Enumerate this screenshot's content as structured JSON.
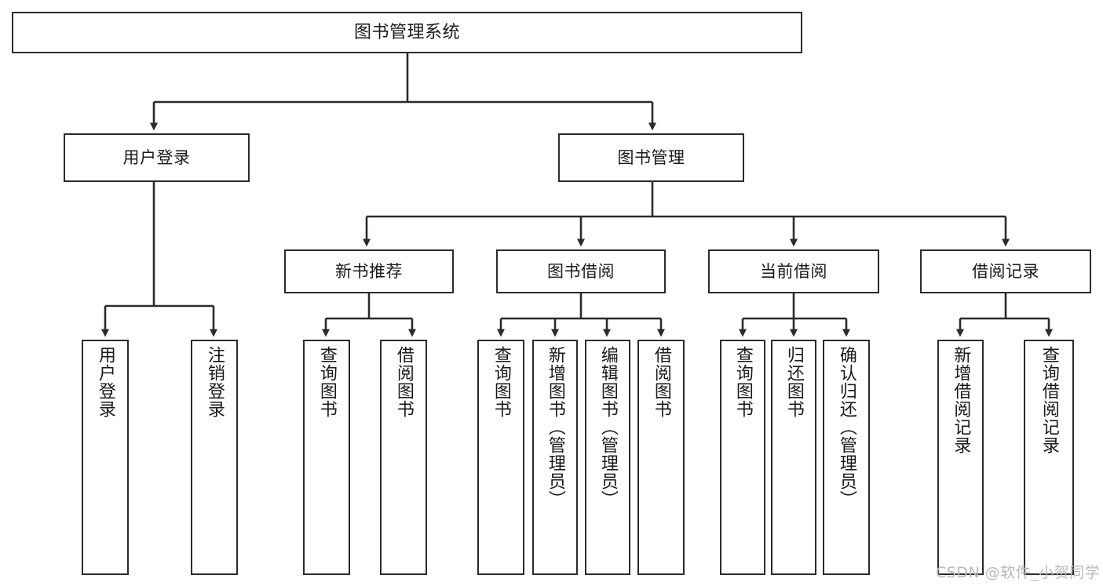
{
  "diagram": {
    "type": "tree-hierarchy",
    "title": "图书管理系统",
    "orientation": "top-down",
    "colors": {
      "box_border": "#2b2b2b",
      "box_fill": "#ffffff",
      "connector": "#2b2b2b",
      "text": "#1a1a1a",
      "watermark": "#b9b9b9",
      "background": "#ffffff"
    },
    "levels": {
      "level1": [
        "图书管理系统"
      ],
      "level2": [
        "用户登录",
        "图书管理"
      ],
      "level3": [
        "新书推荐",
        "图书借阅",
        "当前借阅",
        "借阅记录"
      ],
      "level4": [
        "用户登录",
        "注销登录",
        "查询图书",
        "借阅图书",
        "查询图书",
        "新增图书（管理员）",
        "编辑图书（管理员）",
        "借阅图书",
        "查询图书",
        "归还图书",
        "确认归还（管理员）",
        "新增借阅记录",
        "查询借阅记录"
      ]
    },
    "nodes": {
      "root": {
        "label": "图书管理系统"
      },
      "user_login": {
        "label": "用户登录"
      },
      "book_manage": {
        "label": "图书管理"
      },
      "new_book_rec": {
        "label": "新书推荐"
      },
      "book_borrow": {
        "label": "图书借阅"
      },
      "current_borrow": {
        "label": "当前借阅"
      },
      "borrow_record": {
        "label": "借阅记录"
      },
      "leaf_user_login": {
        "label": "用户登录"
      },
      "leaf_logout": {
        "label": "注销登录"
      },
      "leaf_query_book_1": {
        "label": "查询图书"
      },
      "leaf_borrow_book_1": {
        "label": "借阅图书"
      },
      "leaf_query_book_2": {
        "label": "查询图书"
      },
      "leaf_add_book_admin": {
        "label": "新增图书（管理员）"
      },
      "leaf_edit_book_admin": {
        "label": "编辑图书（管理员）"
      },
      "leaf_borrow_book_2": {
        "label": "借阅图书"
      },
      "leaf_query_book_3": {
        "label": "查询图书"
      },
      "leaf_return_book": {
        "label": "归还图书"
      },
      "leaf_confirm_return_admin": {
        "label": "确认归还（管理员）"
      },
      "leaf_add_record": {
        "label": "新增借阅记录"
      },
      "leaf_query_record": {
        "label": "查询借阅记录"
      }
    },
    "edges": [
      {
        "from": "root",
        "to": "user_login"
      },
      {
        "from": "root",
        "to": "book_manage"
      },
      {
        "from": "user_login",
        "to": "leaf_user_login"
      },
      {
        "from": "user_login",
        "to": "leaf_logout"
      },
      {
        "from": "book_manage",
        "to": "new_book_rec"
      },
      {
        "from": "book_manage",
        "to": "book_borrow"
      },
      {
        "from": "book_manage",
        "to": "current_borrow"
      },
      {
        "from": "book_manage",
        "to": "borrow_record"
      },
      {
        "from": "new_book_rec",
        "to": "leaf_query_book_1"
      },
      {
        "from": "new_book_rec",
        "to": "leaf_borrow_book_1"
      },
      {
        "from": "book_borrow",
        "to": "leaf_query_book_2"
      },
      {
        "from": "book_borrow",
        "to": "leaf_add_book_admin"
      },
      {
        "from": "book_borrow",
        "to": "leaf_edit_book_admin"
      },
      {
        "from": "book_borrow",
        "to": "leaf_borrow_book_2"
      },
      {
        "from": "current_borrow",
        "to": "leaf_query_book_3"
      },
      {
        "from": "current_borrow",
        "to": "leaf_return_book"
      },
      {
        "from": "current_borrow",
        "to": "leaf_confirm_return_admin"
      },
      {
        "from": "borrow_record",
        "to": "leaf_add_record"
      },
      {
        "from": "borrow_record",
        "to": "leaf_query_record"
      }
    ]
  },
  "watermark": {
    "text": "CSDN @软件_小贺同学"
  }
}
